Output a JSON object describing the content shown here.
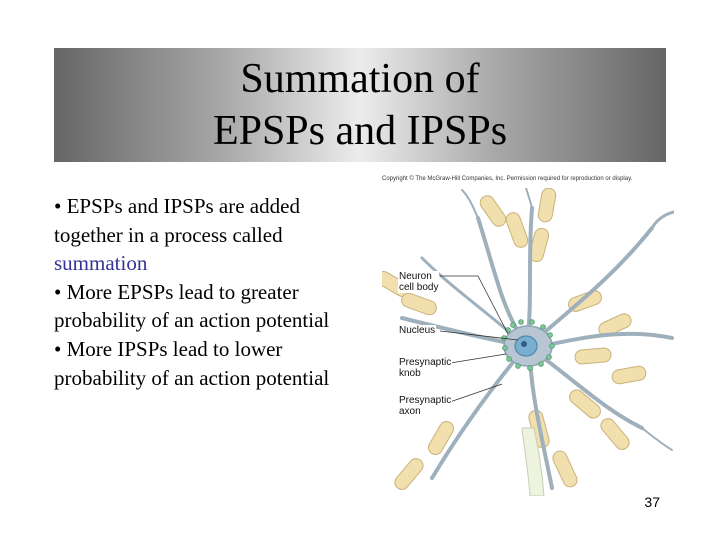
{
  "slide": {
    "title_lines": [
      "Summation of",
      "EPSPs and IPSPs"
    ],
    "bullets": [
      {
        "bullet": "•",
        "segments": [
          {
            "text": " EPSPs and IPSPs are added together in a process called ",
            "accent": false
          },
          {
            "text": "summation",
            "accent": true
          }
        ]
      },
      {
        "bullet": "•",
        "segments": [
          {
            "text": " More EPSPs lead to greater probability of an action potential",
            "accent": false
          }
        ]
      },
      {
        "bullet": "•",
        "segments": [
          {
            "text": " More IPSPs lead to lower probability of an action potential",
            "accent": false
          }
        ]
      }
    ],
    "page_number": "37"
  },
  "figure": {
    "copyright": "Copyright © The McGraw-Hill Companies, Inc. Permission required for reproduction or display.",
    "labels": {
      "cell_body": [
        "Neuron",
        "cell body"
      ],
      "nucleus": [
        "Nucleus"
      ],
      "presynaptic_knob": [
        "Presynaptic",
        "knob"
      ],
      "presynaptic_axon": [
        "Presynaptic",
        "axon"
      ]
    }
  },
  "colors": {
    "accent_text": "#333399",
    "title_bar_dark": "#666666",
    "title_bar_light": "#ececec",
    "axon_fill": "#f2dfae",
    "axon_stroke": "#c9b27a",
    "dendrite": "#9fb0bd",
    "nucleus": "#78aed0"
  }
}
